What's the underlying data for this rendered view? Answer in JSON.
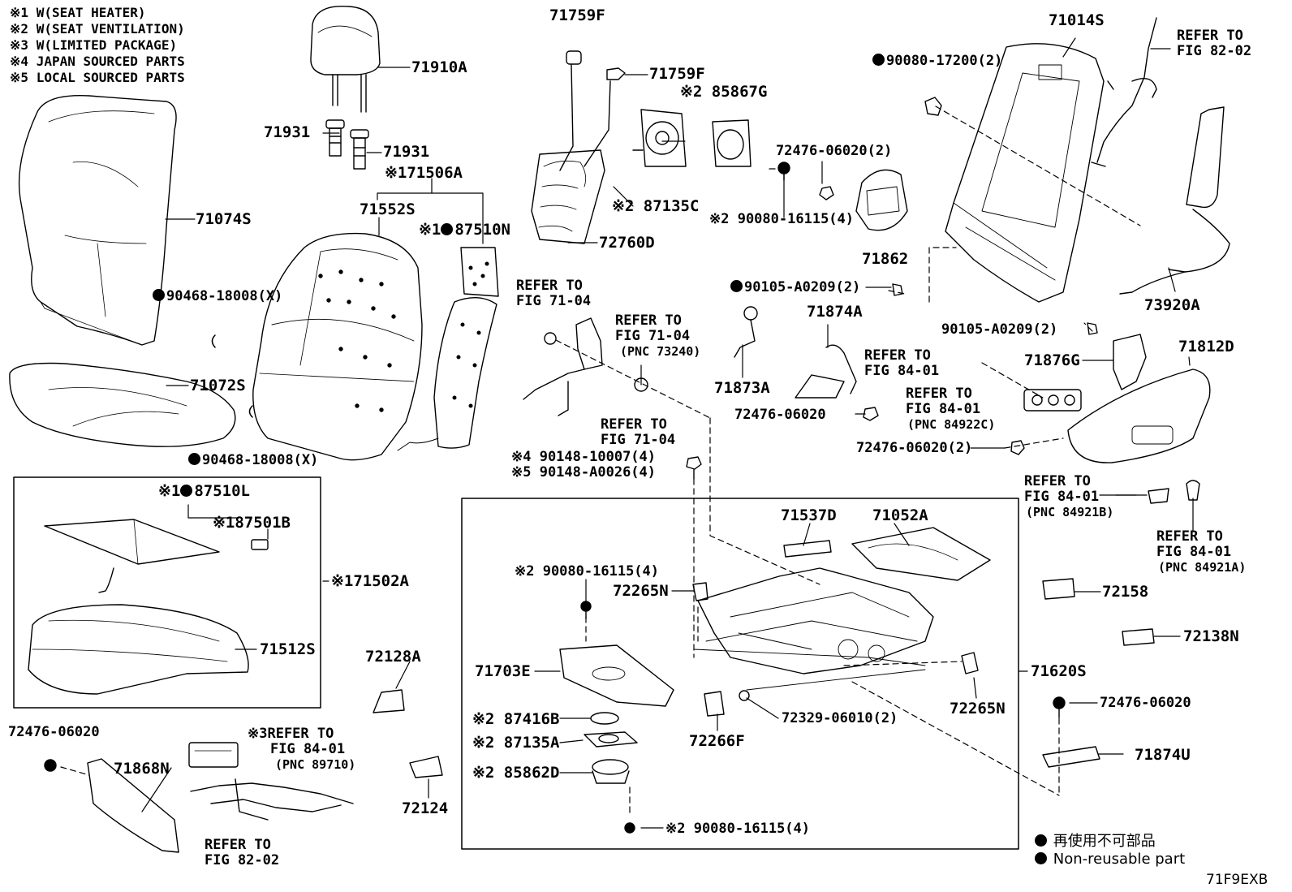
{
  "notes": [
    {
      "mark": "※1",
      "text": "W(SEAT HEATER)"
    },
    {
      "mark": "※2",
      "text": "W(SEAT VENTILATION)"
    },
    {
      "mark": "※3",
      "text": "W(LIMITED PACKAGE)"
    },
    {
      "mark": "※4",
      "text": "JAPAN SOURCED PARTS"
    },
    {
      "mark": "※5",
      "text": "LOCAL SOURCED PARTS"
    }
  ],
  "labels": {
    "p71910A": "71910A",
    "p71931a": "71931",
    "p71931b": "71931",
    "p71074S": "71074S",
    "p90468a": "90468-18008(X)",
    "p71072S": "71072S",
    "p90468b": "90468-18008(X)",
    "p71506A": "※171506A",
    "p71552S": "71552S",
    "p87510N": "87510N",
    "p87510N_mark": "※1",
    "p71759Fa": "71759F",
    "p71759Fb": "71759F",
    "p85867G": "※2 85867G",
    "p87135C": "※2 87135C",
    "p72760D": "72760D",
    "p72476_06020_2a": "72476-06020(2)",
    "p90080_16115_top": "※2 90080-16115(4)",
    "p71862": "71862",
    "p90080_17200": "90080-17200(2)",
    "p71014S": "71014S",
    "p73920A": "73920A",
    "p90105a": "90105-A0209(2)",
    "p90105b": "90105-A0209(2)",
    "p71874A": "71874A",
    "p71873A": "71873A",
    "p72476_06020_b": "72476-06020",
    "p71876G": "71876G",
    "p71812D": "71812D",
    "p72476_06020_2b": "72476-06020(2)",
    "p90148a": "※4 90148-10007(4)",
    "p90148b": "※5 90148-A0026(4)",
    "p87510L": "87510L",
    "p87510L_mark": "※1",
    "p87501B": "※187501B",
    "p71502A": "※171502A",
    "p71512S": "71512S",
    "p72128A": "72128A",
    "p72476_06020_c": "72476-06020",
    "p71868N": "71868N",
    "p72124": "72124",
    "p71537D": "71537D",
    "p71052A": "71052A",
    "p90080_16115_mid": "※2 90080-16115(4)",
    "p72265Na": "72265N",
    "p71703E": "71703E",
    "p87416B": "※2 87416B",
    "p87135A": "※2 87135A",
    "p85862D": "※2 85862D",
    "p90080_16115_bot": "※2 90080-16115(4)",
    "p72266F": "72266F",
    "p72329": "72329-06010(2)",
    "p72265Nb": "72265N",
    "p71620S": "71620S",
    "p72158": "72158",
    "p72138N": "72138N",
    "p72476_06020_d": "72476-06020",
    "p71874U": "71874U"
  },
  "refs": {
    "r82_02_top": [
      "REFER TO",
      "FIG 82-02"
    ],
    "r71_04_a": [
      "REFER TO",
      "FIG 71-04"
    ],
    "r71_04_b": [
      "REFER TO",
      "FIG 71-04",
      "(PNC 73240)"
    ],
    "r71_04_c": [
      "REFER TO",
      "FIG 71-04"
    ],
    "r84_01_a": [
      "REFER TO",
      "FIG 84-01"
    ],
    "r84_01_b": [
      "REFER TO",
      "FIG 84-01",
      "(PNC 84922C)"
    ],
    "r84_01_c": [
      "REFER TO",
      "FIG 84-01",
      "(PNC 84921B)"
    ],
    "r84_01_d": [
      "REFER TO",
      "FIG 84-01",
      "(PNC 84921A)"
    ],
    "r84_01_e": [
      "※3REFER TO",
      "FIG 84-01",
      "(PNC 89710)"
    ],
    "r82_02_bot": [
      "REFER TO",
      "FIG 82-02"
    ]
  },
  "legend": {
    "jp": "再使用不可部品",
    "en": "Non-reusable part"
  },
  "figure_code": "71F9EXB"
}
